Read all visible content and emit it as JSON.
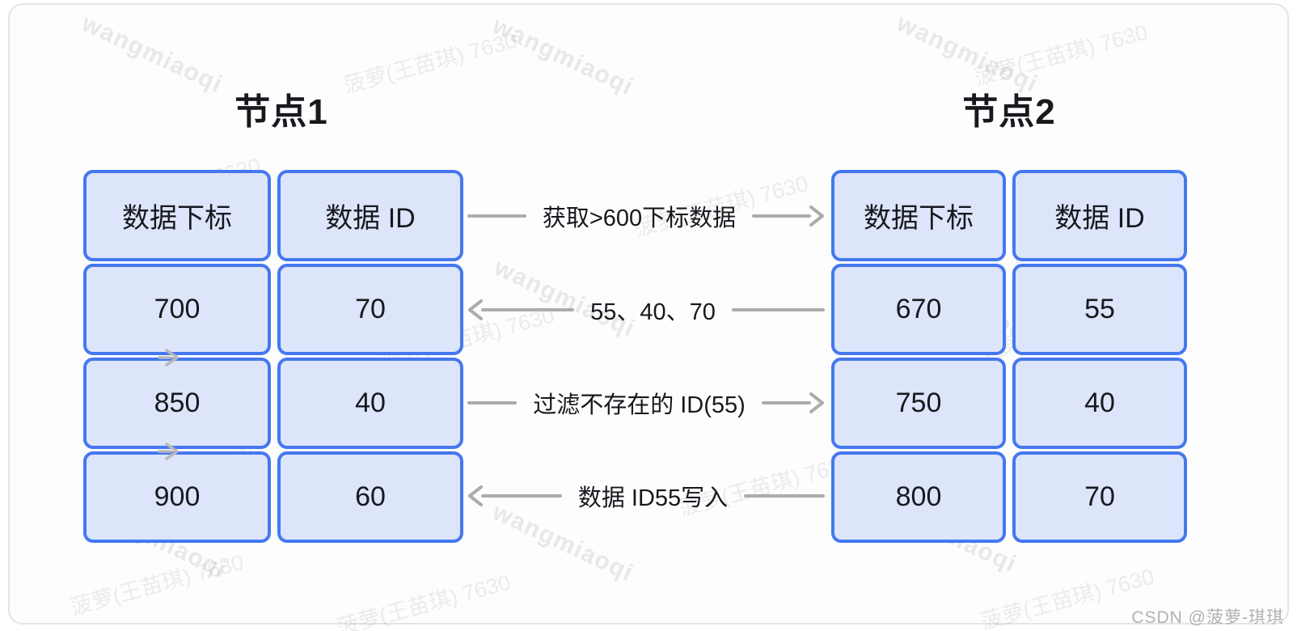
{
  "watermark": {
    "en": "wangmiaoqi",
    "cn": "菠萝(王苗琪) 7630"
  },
  "attribution": "CSDN @菠萝-琪琪",
  "icons": {
    "flow_arrow_right": "chevron-right",
    "flow_arrow_left": "chevron-left",
    "row_shift_arrow": "arrow-right"
  },
  "colors": {
    "box_border": "#4478f0",
    "box_fill": "#dde5fa",
    "arrow_gray": "#acacac",
    "panel_border": "#e3e4e6",
    "attribution_gray": "#b2b2b2",
    "text": "#17191e"
  },
  "diagram": {
    "node1": {
      "title": "节点1",
      "headers": [
        "数据下标",
        "数据 ID"
      ],
      "rows": [
        [
          "700",
          "70"
        ],
        [
          "850",
          "40"
        ],
        [
          "900",
          "60"
        ]
      ]
    },
    "node2": {
      "title": "节点2",
      "headers": [
        "数据下标",
        "数据 ID"
      ],
      "rows": [
        [
          "670",
          "55"
        ],
        [
          "750",
          "40"
        ],
        [
          "800",
          "70"
        ]
      ]
    },
    "flows": [
      {
        "label": "获取>600下标数据",
        "direction": "right"
      },
      {
        "label": "55、40、70",
        "direction": "left"
      },
      {
        "label": "过滤不存在的 ID(55)",
        "direction": "right"
      },
      {
        "label": "数据 ID55写入",
        "direction": "left"
      }
    ]
  }
}
